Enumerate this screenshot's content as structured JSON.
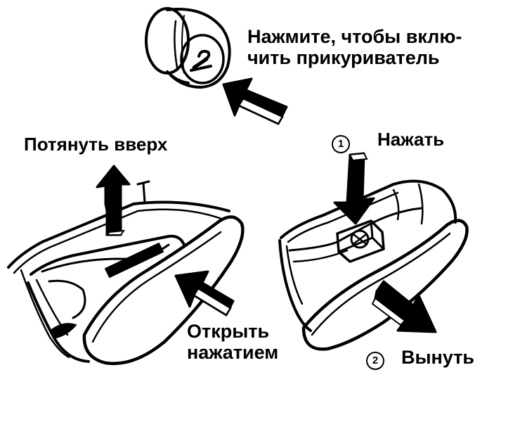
{
  "labels": {
    "lighter_line1": "Нажмите, чтобы вклю-",
    "lighter_line2": "чить прикуриватель",
    "pull_up": "Потянуть вверх",
    "press": "Нажать",
    "open_line1": "Открыть",
    "open_line2": "нажатием",
    "remove": "Вынуть"
  },
  "steps": {
    "first": "1",
    "second": "2"
  },
  "colors": {
    "ink": "#000000",
    "paper": "#ffffff"
  }
}
